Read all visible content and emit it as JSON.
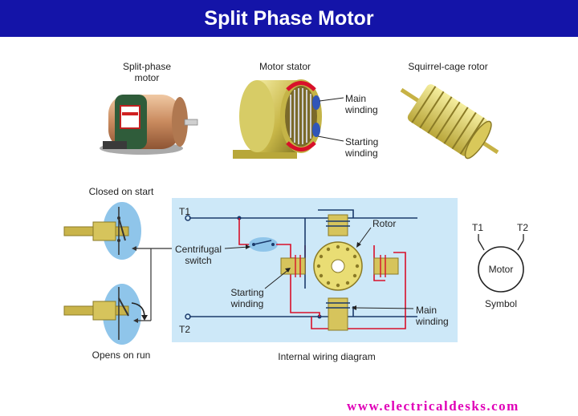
{
  "title": "Split Phase Motor",
  "top": {
    "motor_label_1": "Split-phase",
    "motor_label_2": "motor",
    "stator_label": "Motor stator",
    "main_winding_1": "Main",
    "main_winding_2": "winding",
    "starting_winding_1": "Starting",
    "starting_winding_2": "winding",
    "rotor_label": "Squirrel-cage rotor"
  },
  "switch_panel": {
    "closed_label": "Closed on start",
    "opens_label": "Opens on run"
  },
  "wiring": {
    "t1": "T1",
    "t2": "T2",
    "centrifugal_1": "Centrifugal",
    "centrifugal_2": "switch",
    "starting_1": "Starting",
    "starting_2": "winding",
    "rotor": "Rotor",
    "main_1": "Main",
    "main_2": "winding",
    "caption": "Internal wiring diagram"
  },
  "symbol": {
    "t1": "T1",
    "t2": "T2",
    "motor": "Motor",
    "caption": "Symbol"
  },
  "watermark": "www.electricaldesks.com",
  "colors": {
    "banner": "#1414a8",
    "panel": "#cde8f8",
    "starting_wire": "#d8102a",
    "main_wire": "#1b3a6b",
    "watermark": "#e000b8"
  }
}
